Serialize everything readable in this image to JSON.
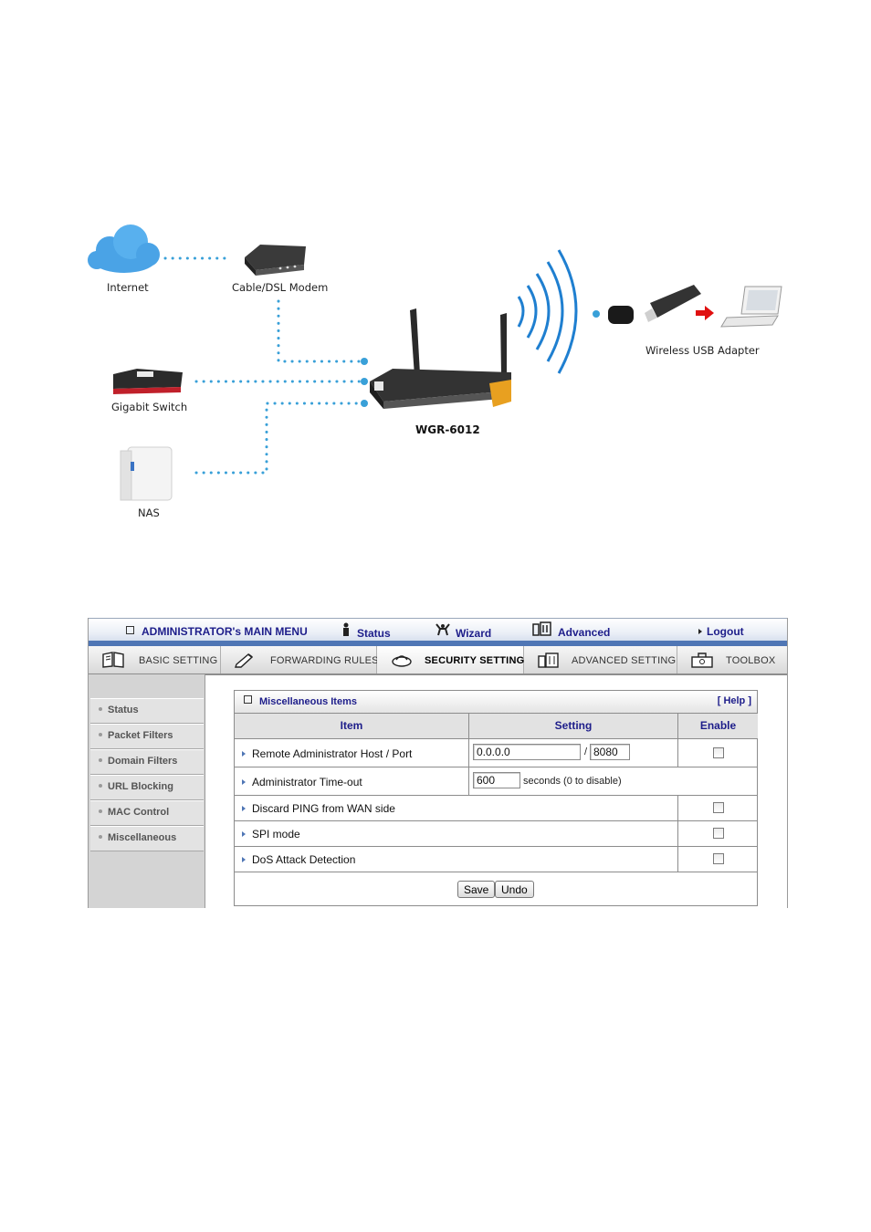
{
  "diagram": {
    "labels": {
      "internet": "Internet",
      "modem": "Cable/DSL Modem",
      "switch": "Gigabit Switch",
      "nas": "NAS",
      "router": "WGR-6012",
      "adapter": "Wireless USB Adapter"
    },
    "colors": {
      "dots": "#39a0d8",
      "cloud": "#4aa3e6",
      "router_accent": "#e8a020"
    }
  },
  "ui": {
    "topbar": {
      "main_menu": "ADMINISTRATOR's MAIN MENU",
      "status": "Status",
      "wizard": "Wizard",
      "advanced": "Advanced",
      "logout": "Logout"
    },
    "tabs": [
      {
        "label": "BASIC SETTING",
        "icon": "book-icon"
      },
      {
        "label": "FORWARDING RULES",
        "icon": "pencil-icon"
      },
      {
        "label": "SECURITY SETTING",
        "icon": "lock-icon",
        "active": true
      },
      {
        "label": "ADVANCED SETTING",
        "icon": "building-icon"
      },
      {
        "label": "TOOLBOX",
        "icon": "toolbox-icon"
      }
    ],
    "sidebar": [
      {
        "label": "Status"
      },
      {
        "label": "Packet Filters"
      },
      {
        "label": "Domain Filters"
      },
      {
        "label": "URL Blocking"
      },
      {
        "label": "MAC Control"
      },
      {
        "label": "Miscellaneous"
      }
    ],
    "panel": {
      "title": "Miscellaneous Items",
      "help": "[ Help ]",
      "headers": {
        "item": "Item",
        "setting": "Setting",
        "enable": "Enable"
      },
      "rows": [
        {
          "item": "Remote Administrator Host / Port",
          "host": "0.0.0.0",
          "sep": "/",
          "port": "8080",
          "enabled": false
        },
        {
          "item": "Administrator Time-out",
          "timeout": "600",
          "note": "seconds (0 to disable)"
        },
        {
          "item": "Discard PING from WAN side",
          "enabled": false
        },
        {
          "item": "SPI mode",
          "enabled": false
        },
        {
          "item": "DoS Attack Detection",
          "enabled": false
        }
      ],
      "buttons": {
        "save": "Save",
        "undo": "Undo"
      }
    },
    "colors": {
      "accent": "#1d1d8a",
      "stripe": "#4f76b5"
    }
  }
}
